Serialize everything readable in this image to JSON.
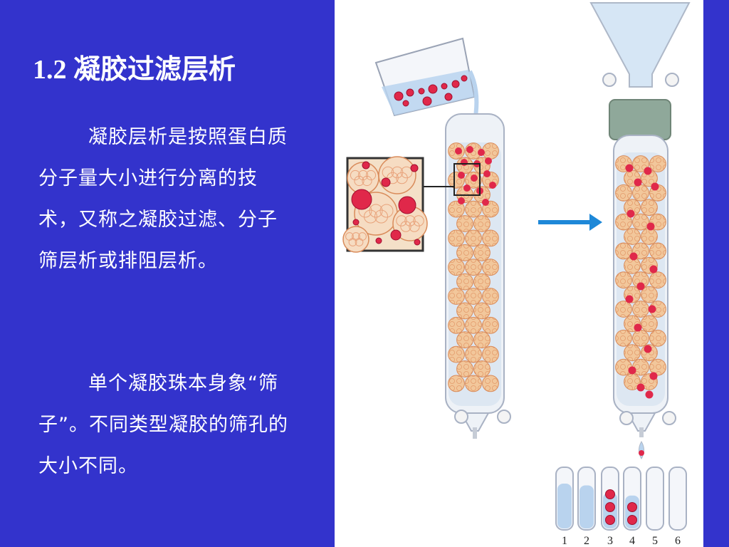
{
  "slide": {
    "title": "1.2 凝胶过滤层析",
    "paragraph1": "凝胶层析是按照蛋白质分子量大小进行分离的技术，又称之凝胶过滤、分子筛层析或排阻层析。",
    "paragraph2": "单个凝胶珠本身象“筛子”。不同类型凝胶的筛孔的大小不同。"
  },
  "diagram": {
    "tube_labels": [
      "1",
      "2",
      "3",
      "4",
      "5",
      "6"
    ]
  },
  "colors": {
    "background": "#3333cc",
    "text": "#ffffff",
    "bead": "#f2c79b",
    "bead_stroke": "#d98b5a",
    "protein": "#e0284a",
    "liquid": "#b9d3ee",
    "arrow": "#1e88d8",
    "stopper": "#8fa89a"
  }
}
